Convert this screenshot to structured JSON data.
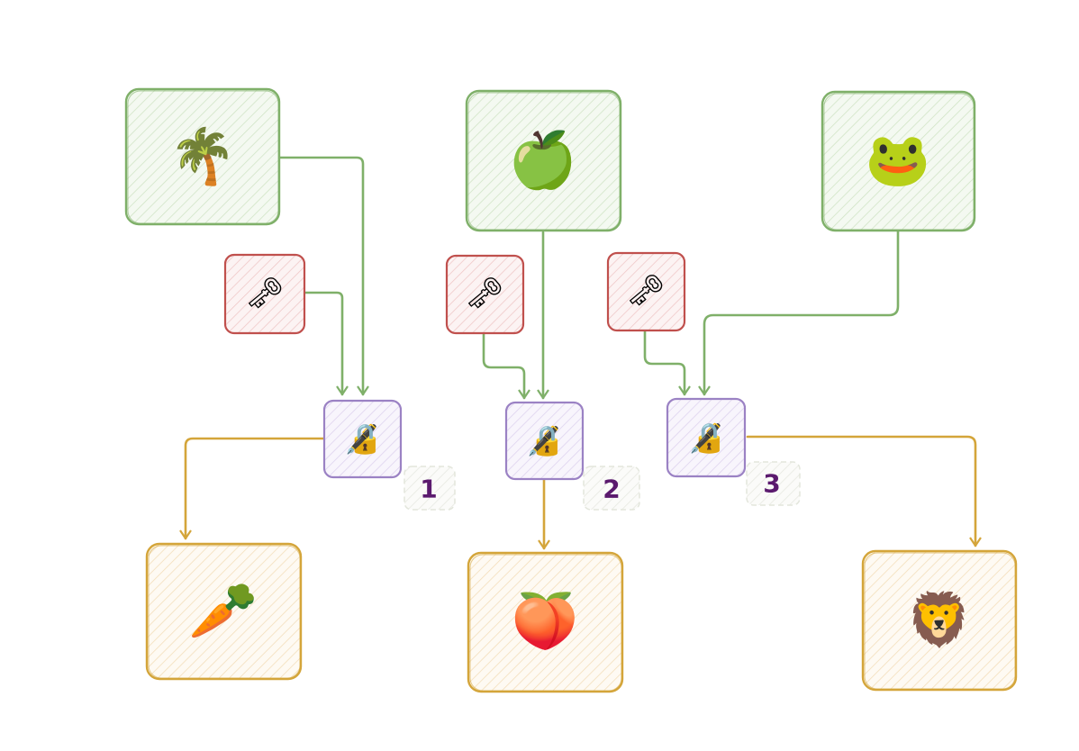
{
  "colors": {
    "green_stroke": "#7fb069",
    "green_fill": "#e8f3e2",
    "red_stroke": "#c0504d",
    "red_fill": "#f8e4e4",
    "purple_stroke": "#9b82c4",
    "purple_fill": "#efe9f7",
    "orange_stroke": "#d4a53a",
    "orange_fill": "#fbf1df",
    "label_text": "#5b1a6e"
  },
  "inputs": [
    {
      "icon": "palm-tree-icon",
      "glyph": "🌴"
    },
    {
      "icon": "green-apple-icon",
      "glyph": "🍏"
    },
    {
      "icon": "frog-icon",
      "glyph": "🐸"
    }
  ],
  "keys": [
    {
      "icon": "key-icon",
      "glyph": "🗝"
    },
    {
      "icon": "key-icon",
      "glyph": "🗝"
    },
    {
      "icon": "key-icon",
      "glyph": "🗝"
    }
  ],
  "signers": [
    {
      "icon": "signing-pen-icon",
      "glyph": "🔏"
    },
    {
      "icon": "signing-pen-icon",
      "glyph": "🔏"
    },
    {
      "icon": "signing-pen-icon",
      "glyph": "🔏"
    }
  ],
  "labels": [
    "1",
    "2",
    "3"
  ],
  "outputs": [
    {
      "icon": "carrot-icon",
      "glyph": "🥕"
    },
    {
      "icon": "peach-icon",
      "glyph": "🍑"
    },
    {
      "icon": "lion-icon",
      "glyph": "🦁"
    }
  ]
}
